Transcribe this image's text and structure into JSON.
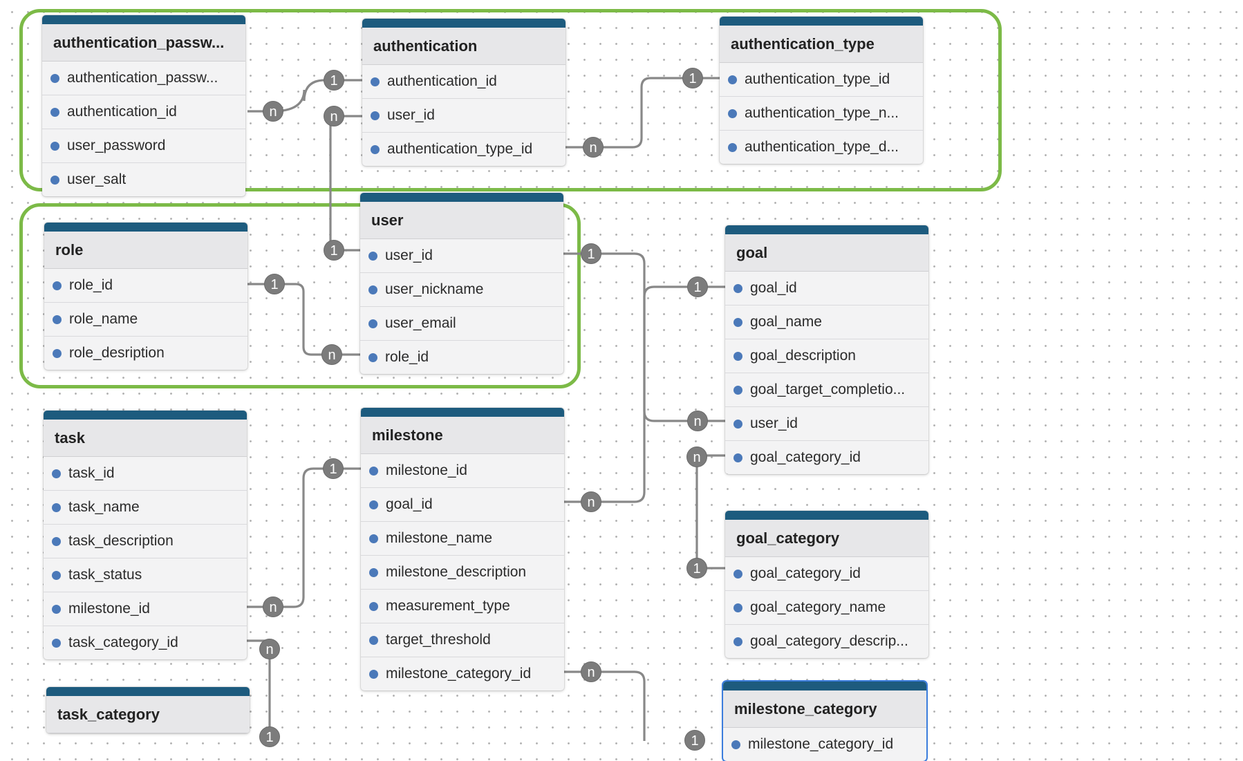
{
  "tables": [
    {
      "id": "authentication_password",
      "title": "authentication_passw...",
      "fields": [
        "authentication_passw...",
        "authentication_id",
        "user_password",
        "user_salt"
      ]
    },
    {
      "id": "authentication",
      "title": "authentication",
      "fields": [
        "authentication_id",
        "user_id",
        "authentication_type_id"
      ]
    },
    {
      "id": "authentication_type",
      "title": "authentication_type",
      "fields": [
        "authentication_type_id",
        "authentication_type_n...",
        "authentication_type_d..."
      ]
    },
    {
      "id": "role",
      "title": "role",
      "fields": [
        "role_id",
        "role_name",
        "role_desription"
      ]
    },
    {
      "id": "user",
      "title": "user",
      "fields": [
        "user_id",
        "user_nickname",
        "user_email",
        "role_id"
      ]
    },
    {
      "id": "goal",
      "title": "goal",
      "fields": [
        "goal_id",
        "goal_name",
        "goal_description",
        "goal_target_completio...",
        "user_id",
        "goal_category_id"
      ]
    },
    {
      "id": "task",
      "title": "task",
      "fields": [
        "task_id",
        "task_name",
        "task_description",
        "task_status",
        "milestone_id",
        "task_category_id"
      ]
    },
    {
      "id": "milestone",
      "title": "milestone",
      "fields": [
        "milestone_id",
        "goal_id",
        "milestone_name",
        "milestone_description",
        "measurement_type",
        "target_threshold",
        "milestone_category_id"
      ]
    },
    {
      "id": "goal_category",
      "title": "goal_category",
      "fields": [
        "goal_category_id",
        "goal_category_name",
        "goal_category_descrip..."
      ]
    },
    {
      "id": "task_category",
      "title": "task_category",
      "fields": []
    },
    {
      "id": "milestone_category",
      "title": "milestone_category",
      "fields": [
        "milestone_category_id"
      ]
    }
  ],
  "relationships": [
    {
      "from_table": "authentication_password",
      "from_field": "authentication_id",
      "from_card": "n",
      "to_table": "authentication",
      "to_field": "authentication_id",
      "to_card": "1"
    },
    {
      "from_table": "authentication",
      "from_field": "authentication_type_id",
      "from_card": "n",
      "to_table": "authentication_type",
      "to_field": "authentication_type_id",
      "to_card": "1"
    },
    {
      "from_table": "authentication",
      "from_field": "user_id",
      "from_card": "n",
      "to_table": "user",
      "to_field": "user_id",
      "to_card": "1"
    },
    {
      "from_table": "role",
      "from_field": "role_id",
      "from_card": "1",
      "to_table": "user",
      "to_field": "role_id",
      "to_card": "n"
    },
    {
      "from_table": "user",
      "from_field": "user_id",
      "from_card": "1",
      "to_table": "goal",
      "to_field": "user_id",
      "to_card": "n"
    },
    {
      "from_table": "milestone",
      "from_field": "goal_id",
      "from_card": "n",
      "to_table": "goal",
      "to_field": "goal_id",
      "to_card": "1"
    },
    {
      "from_table": "goal",
      "from_field": "goal_category_id",
      "from_card": "n",
      "to_table": "goal_category",
      "to_field": "goal_category_id",
      "to_card": "1"
    },
    {
      "from_table": "task",
      "from_field": "milestone_id",
      "from_card": "n",
      "to_table": "milestone",
      "to_field": "milestone_id",
      "to_card": "1"
    },
    {
      "from_table": "task",
      "from_field": "task_category_id",
      "from_card": "n",
      "to_table": "task_category",
      "to_field": "",
      "to_card": "1"
    },
    {
      "from_table": "milestone",
      "from_field": "milestone_category_id",
      "from_card": "n",
      "to_table": "milestone_category",
      "to_field": "",
      "to_card": "1"
    }
  ],
  "groups": [
    "authentication-group",
    "user-role-group"
  ],
  "colors": {
    "header_bar": "#1d5b7e",
    "group_border": "#7cba47",
    "field_dot": "#4b79b9",
    "badge": "#7c7c7c",
    "edge": "#888888",
    "selected_border": "#3b7ddd"
  },
  "selected_table": "milestone_category"
}
